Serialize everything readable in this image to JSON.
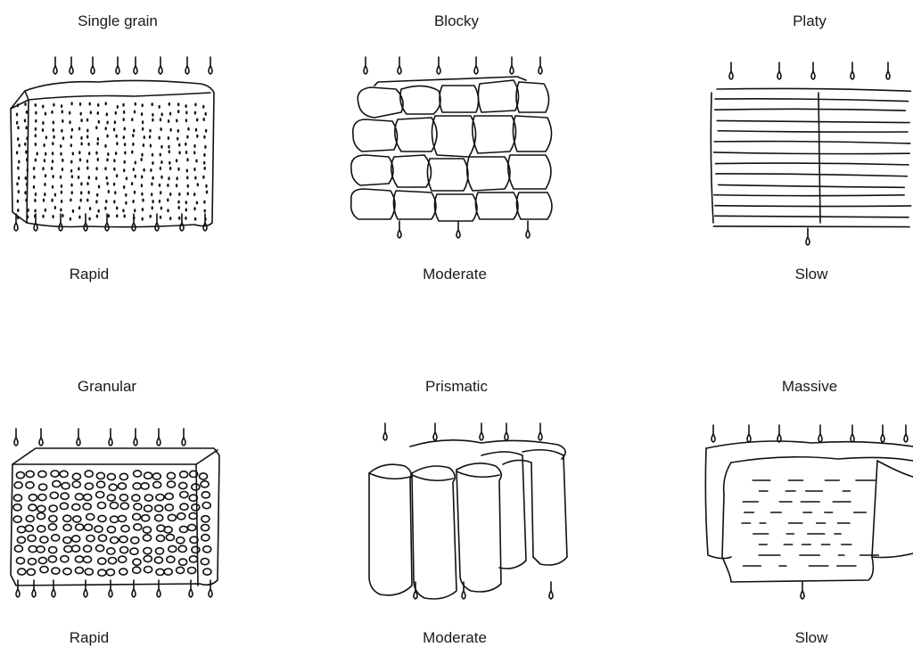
{
  "panels": [
    {
      "name": "Single grain",
      "rate": "Rapid"
    },
    {
      "name": "Blocky",
      "rate": "Moderate"
    },
    {
      "name": "Platy",
      "rate": "Slow"
    },
    {
      "name": "Granular",
      "rate": "Rapid"
    },
    {
      "name": "Prismatic",
      "rate": "Moderate"
    },
    {
      "name": "Massive",
      "rate": "Slow"
    }
  ]
}
